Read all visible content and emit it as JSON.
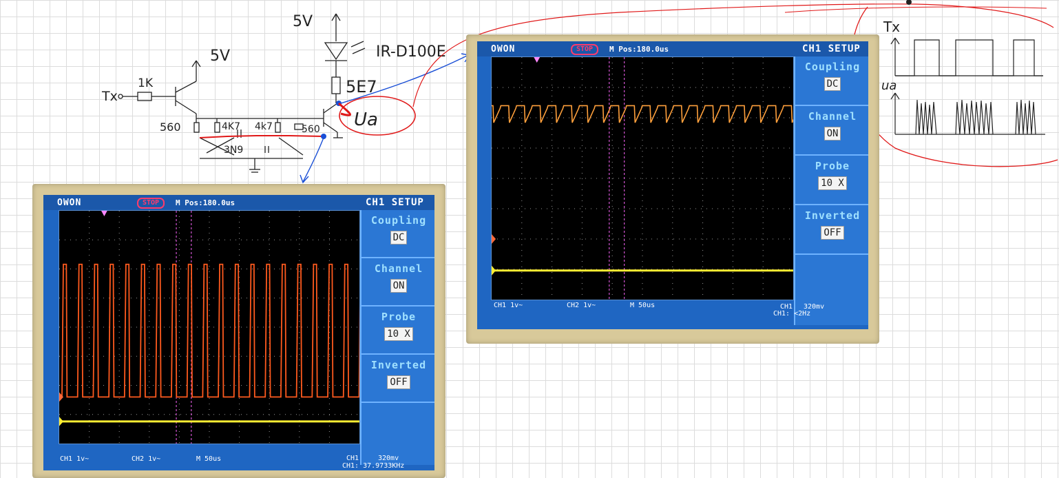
{
  "schematic": {
    "supply_top": "5V",
    "supply_mid": "5V",
    "input_label": "Tx",
    "input_resistor": "1K",
    "led_part": "IR-D100E",
    "led_resistor": "5E7",
    "bias_left": "560",
    "bias_right": "560",
    "feedback_left": "4K7",
    "feedback_right": "4k7",
    "capacitor": "3N9",
    "output_label": "Ua"
  },
  "sketch": {
    "tx_label": "Tx",
    "ua_label": "ua"
  },
  "scope_left": {
    "brand": "OWON",
    "state": "STOP",
    "m_pos": "M Pos:180.0us",
    "menu_title": "CH1 SETUP",
    "menu": [
      {
        "label": "Coupling",
        "value": "DC"
      },
      {
        "label": "Channel",
        "value": "ON"
      },
      {
        "label": "Probe",
        "value": "10 X"
      },
      {
        "label": "Inverted",
        "value": "OFF"
      }
    ],
    "status": {
      "ch1": "CH1 1v~",
      "ch2": "CH2 1v~",
      "timebase": "M 50us",
      "trig_ch": "CH1",
      "trig_level": "320mv",
      "freq": "CH1: 37.9733KHz"
    },
    "trace_color": "#ff5a1e"
  },
  "scope_right": {
    "brand": "OWON",
    "state": "STOP",
    "m_pos": "M Pos:180.0us",
    "menu_title": "CH1 SETUP",
    "menu": [
      {
        "label": "Coupling",
        "value": "DC"
      },
      {
        "label": "Channel",
        "value": "ON"
      },
      {
        "label": "Probe",
        "value": "10 X"
      },
      {
        "label": "Inverted",
        "value": "OFF"
      }
    ],
    "status": {
      "ch1": "CH1 1v~",
      "ch2": "CH2 1v~",
      "timebase": "M 50us",
      "trig_ch": "CH1",
      "trig_level": "320mv",
      "freq": "CH1: <2Hz"
    },
    "trace_color": "#ffa03c"
  },
  "colors": {
    "annotation_red": "#e01818",
    "annotation_blue": "#1a4fd6",
    "screen_blue": "#1f66c2",
    "ch2_yellow": "#ffee33"
  }
}
